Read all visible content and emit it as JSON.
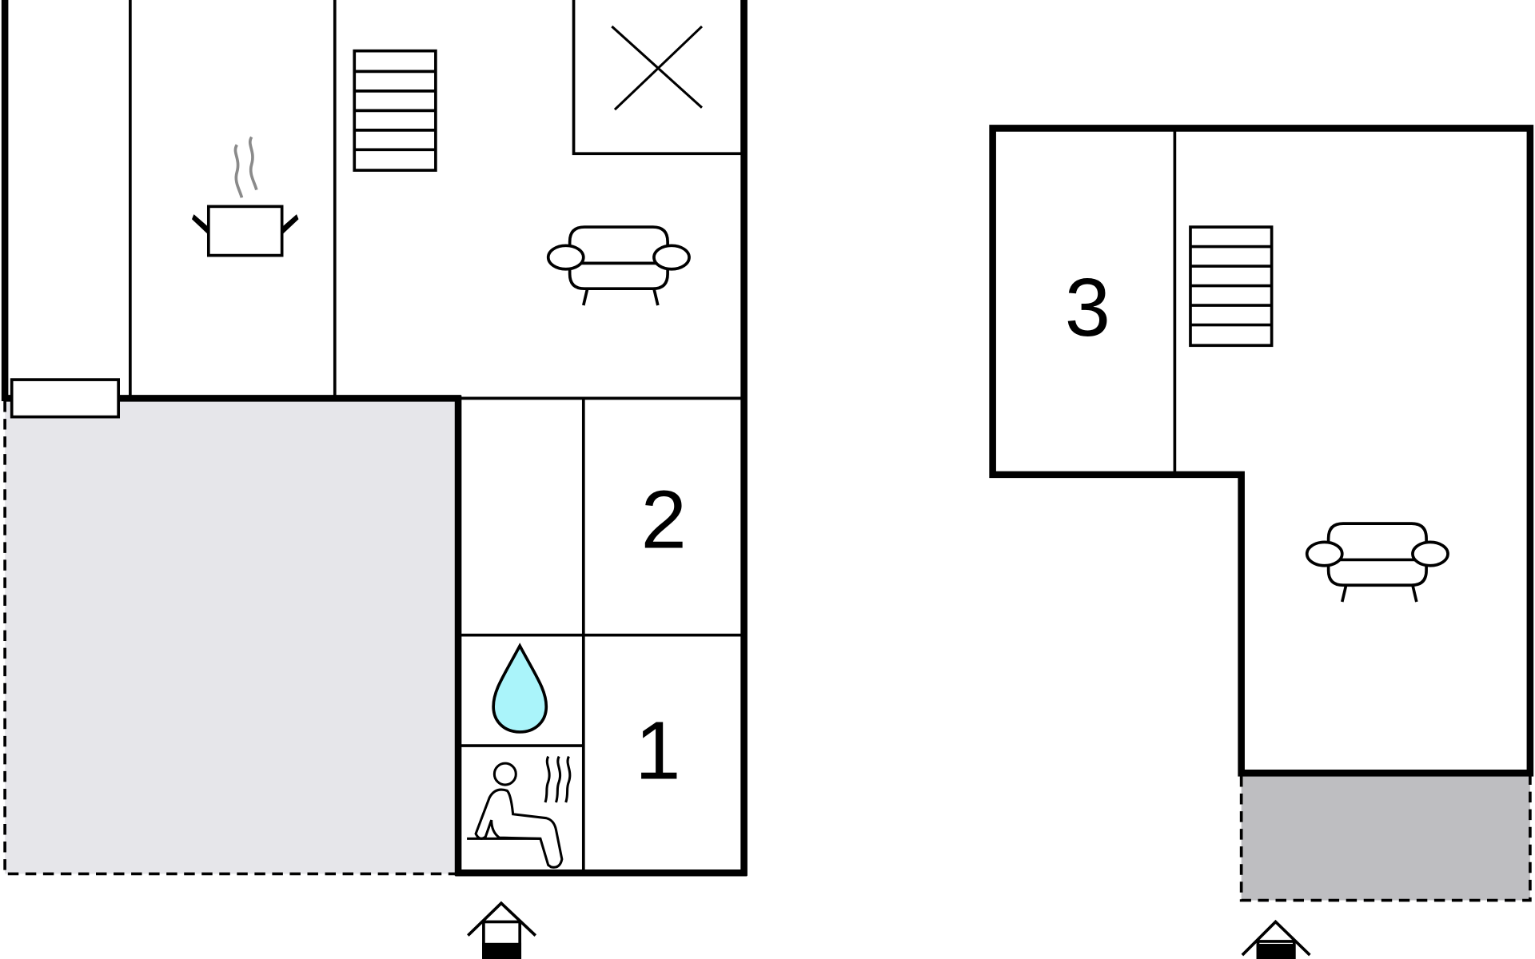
{
  "floorplan": {
    "rooms": {
      "bedroom_1": "1",
      "bedroom_2": "2",
      "bedroom_3": "3"
    },
    "colors": {
      "terrace_left": "#e6e6ea",
      "terrace_right": "#bebec1",
      "water_drop": "#aaf4fa",
      "steam": "#8a8a8a"
    }
  }
}
